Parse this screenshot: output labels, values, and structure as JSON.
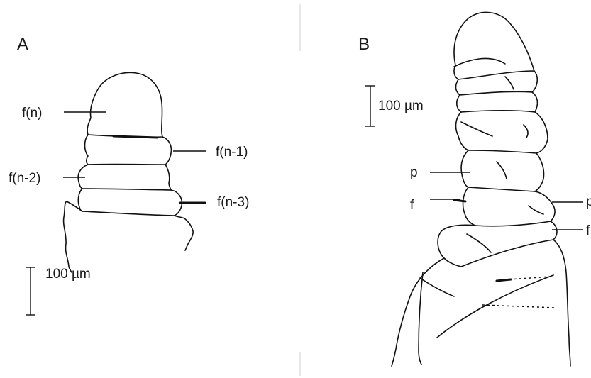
{
  "panels": {
    "a": {
      "letter": "A",
      "labels": [
        "f(n)",
        "f(n-1)",
        "f(n-2)",
        "f(n-3)"
      ],
      "scale_bar": "100 µm"
    },
    "b": {
      "letter": "B",
      "labels": [
        "p",
        "f",
        "p",
        "f"
      ],
      "scale_bar": "100 µm"
    }
  }
}
